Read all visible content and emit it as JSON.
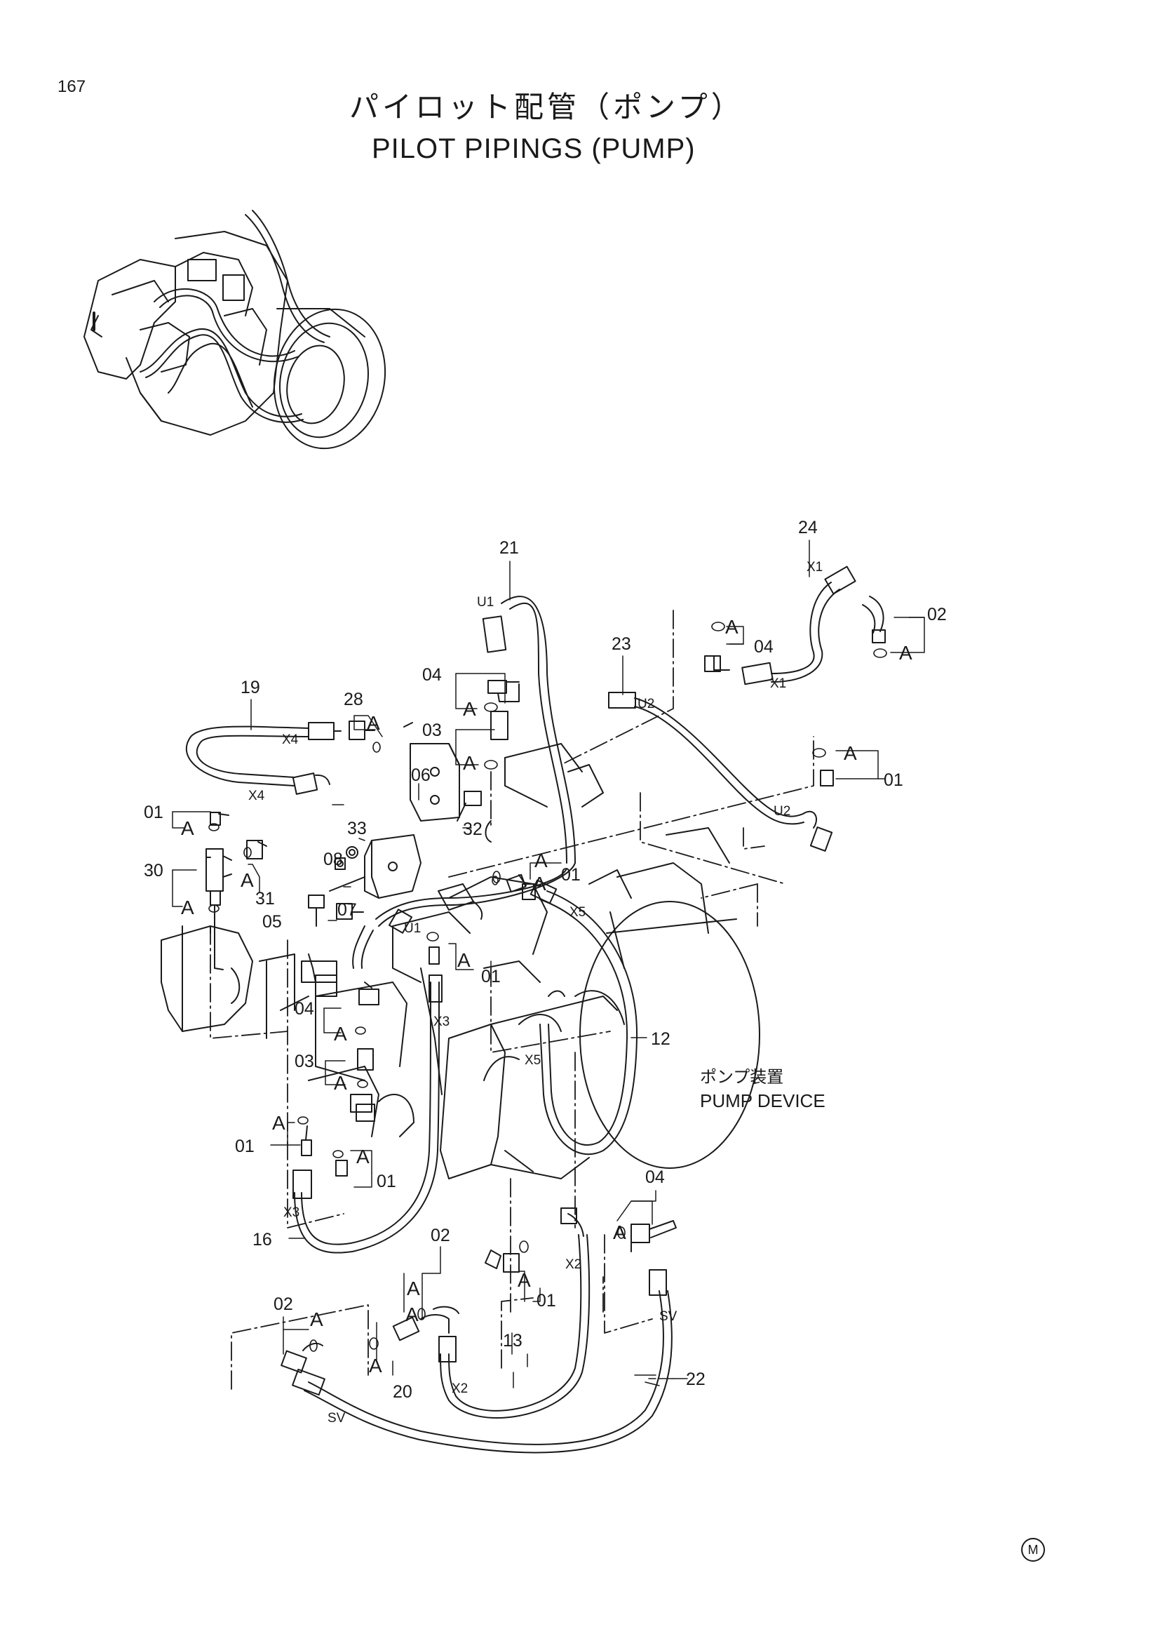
{
  "page": {
    "number": "167",
    "title_jp": "パイロット配管（ポンプ）",
    "title_en": "PILOT PIPINGS (PUMP)",
    "device_jp": "ポンプ装置",
    "device_en": "PUMP DEVICE",
    "mark": "M"
  },
  "callouts": [
    {
      "id": "21",
      "text": "21"
    },
    {
      "id": "24",
      "text": "24"
    },
    {
      "id": "23",
      "text": "23"
    },
    {
      "id": "19",
      "text": "19"
    },
    {
      "id": "28",
      "text": "28"
    },
    {
      "id": "06",
      "text": "06"
    },
    {
      "id": "02a",
      "text": "02"
    },
    {
      "id": "04a",
      "text": "04"
    },
    {
      "id": "04b",
      "text": "04"
    },
    {
      "id": "03a",
      "text": "03"
    },
    {
      "id": "01a",
      "text": "01"
    },
    {
      "id": "01b",
      "text": "01"
    },
    {
      "id": "30",
      "text": "30"
    },
    {
      "id": "08",
      "text": "08"
    },
    {
      "id": "33",
      "text": "33"
    },
    {
      "id": "32",
      "text": "32"
    },
    {
      "id": "31",
      "text": "31"
    },
    {
      "id": "01c",
      "text": "01"
    },
    {
      "id": "07",
      "text": "07"
    },
    {
      "id": "05",
      "text": "05"
    },
    {
      "id": "01d",
      "text": "01"
    },
    {
      "id": "04c",
      "text": "04"
    },
    {
      "id": "03b",
      "text": "03"
    },
    {
      "id": "12",
      "text": "12"
    },
    {
      "id": "01e",
      "text": "01"
    },
    {
      "id": "01f",
      "text": "01"
    },
    {
      "id": "16",
      "text": "16"
    },
    {
      "id": "04d",
      "text": "04"
    },
    {
      "id": "02b",
      "text": "02"
    },
    {
      "id": "01g",
      "text": "01"
    },
    {
      "id": "13",
      "text": "13"
    },
    {
      "id": "02c",
      "text": "02"
    },
    {
      "id": "20",
      "text": "20"
    },
    {
      "id": "22",
      "text": "22"
    }
  ],
  "port_tags": [
    {
      "id": "u1a",
      "text": "U1"
    },
    {
      "id": "x1a",
      "text": "X1"
    },
    {
      "id": "x1b",
      "text": "X1"
    },
    {
      "id": "u2a",
      "text": "U2"
    },
    {
      "id": "u2b",
      "text": "U2"
    },
    {
      "id": "x4a",
      "text": "X4"
    },
    {
      "id": "x4b",
      "text": "X4"
    },
    {
      "id": "u1b",
      "text": "U1"
    },
    {
      "id": "x5a",
      "text": "X5"
    },
    {
      "id": "x5b",
      "text": "X5"
    },
    {
      "id": "x3a",
      "text": "X3"
    },
    {
      "id": "x3b",
      "text": "X3"
    },
    {
      "id": "x2a",
      "text": "X2"
    },
    {
      "id": "x2b",
      "text": "X2"
    },
    {
      "id": "sva",
      "text": "SV"
    },
    {
      "id": "svb",
      "text": "SV"
    }
  ],
  "detail_letters": [
    {
      "id": "a1",
      "text": "A"
    },
    {
      "id": "a2",
      "text": "A"
    },
    {
      "id": "a3",
      "text": "A"
    },
    {
      "id": "a4",
      "text": "A"
    },
    {
      "id": "a5",
      "text": "A"
    },
    {
      "id": "a6",
      "text": "A"
    },
    {
      "id": "a7",
      "text": "A"
    },
    {
      "id": "a8",
      "text": "A"
    },
    {
      "id": "a9",
      "text": "A"
    },
    {
      "id": "a10",
      "text": "A"
    },
    {
      "id": "a11",
      "text": "A"
    },
    {
      "id": "a12",
      "text": "A"
    },
    {
      "id": "a13",
      "text": "A"
    },
    {
      "id": "a14",
      "text": "A"
    },
    {
      "id": "a15",
      "text": "A"
    },
    {
      "id": "a16",
      "text": "A"
    },
    {
      "id": "a17",
      "text": "A"
    },
    {
      "id": "a18",
      "text": "A"
    },
    {
      "id": "a19",
      "text": "A"
    },
    {
      "id": "a20",
      "text": "A"
    },
    {
      "id": "a21",
      "text": "A"
    },
    {
      "id": "a22",
      "text": "A"
    }
  ]
}
